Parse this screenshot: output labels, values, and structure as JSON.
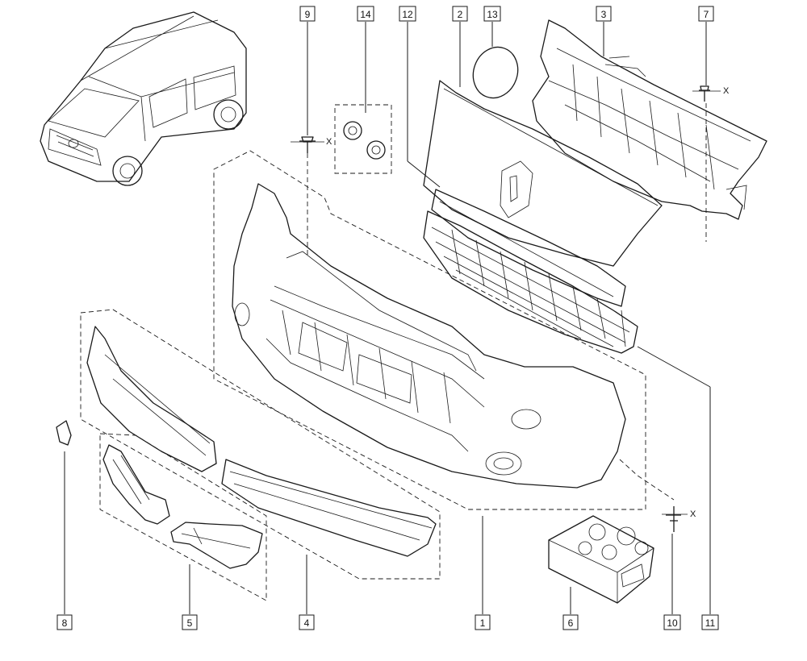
{
  "diagram": {
    "callouts": [
      {
        "id": "c1",
        "label": "1"
      },
      {
        "id": "c2",
        "label": "2"
      },
      {
        "id": "c3",
        "label": "3"
      },
      {
        "id": "c4",
        "label": "4"
      },
      {
        "id": "c5",
        "label": "5"
      },
      {
        "id": "c6",
        "label": "6"
      },
      {
        "id": "c7",
        "label": "7"
      },
      {
        "id": "c8",
        "label": "8"
      },
      {
        "id": "c9",
        "label": "9"
      },
      {
        "id": "c10",
        "label": "10"
      },
      {
        "id": "c11",
        "label": "11"
      },
      {
        "id": "c12",
        "label": "12"
      },
      {
        "id": "c13",
        "label": "13"
      },
      {
        "id": "c14",
        "label": "14"
      }
    ],
    "axis_marker": "X"
  }
}
